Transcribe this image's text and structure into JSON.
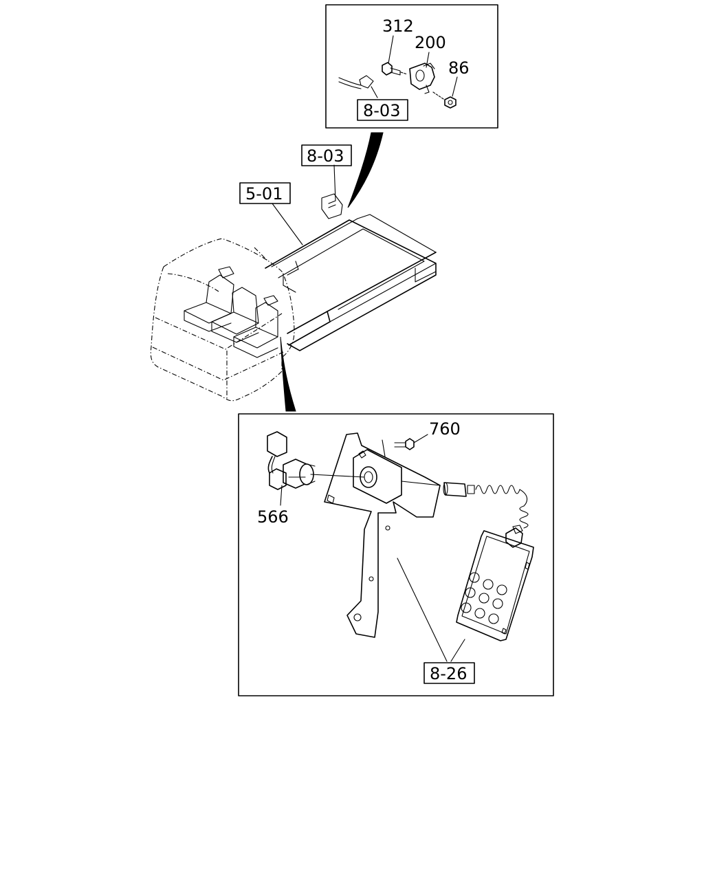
{
  "part_labels": {
    "bolt": "312",
    "sensor": "200",
    "nut": "86",
    "screw": "760",
    "connector": "566"
  },
  "group_refs": {
    "top_box_ref": "8-03",
    "frame_ref": "8-03",
    "chassis_ref": "5-01",
    "bottom_box_ref": "8-26"
  }
}
